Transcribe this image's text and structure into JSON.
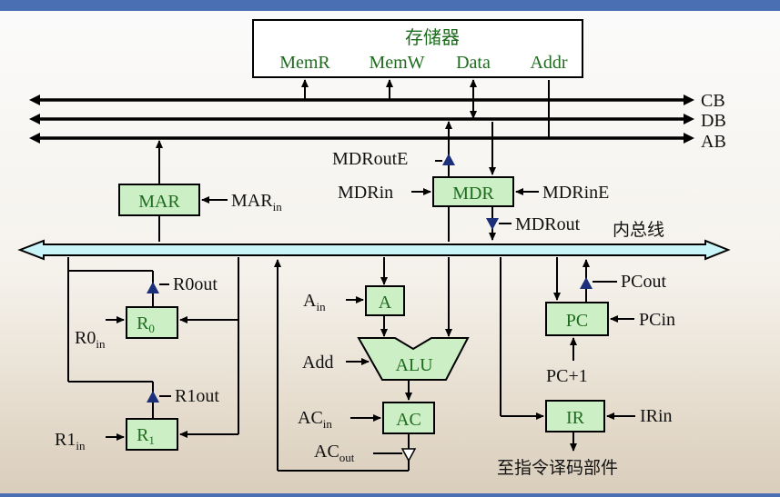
{
  "memory": {
    "title": "存储器",
    "ports": [
      "MemR",
      "MemW",
      "Data",
      "Addr"
    ]
  },
  "buses": {
    "cb": "CB",
    "db": "DB",
    "ab": "AB",
    "internal": "内总线"
  },
  "registers": {
    "mar": "MAR",
    "mdr": "MDR",
    "a": "A",
    "alu": "ALU",
    "ac": "AC",
    "pc": "PC",
    "ir": "IR",
    "r0": "R",
    "r0_sub": "0",
    "r1": "R",
    "r1_sub": "1"
  },
  "signals": {
    "mar_in": "MAR",
    "mar_in_sub": "in",
    "mdr_out_e": "MDRoutE",
    "mdr_in": "MDRin",
    "mdr_in_e": "MDRinE",
    "mdr_out": "MDRout",
    "r0_out": "R0out",
    "r0_in": "R0",
    "r0_in_sub": "in",
    "r1_out": "R1out",
    "r1_in": "R1",
    "r1_in_sub": "in",
    "a_in": "A",
    "a_in_sub": "in",
    "add": "Add",
    "ac_in": "AC",
    "ac_in_sub": "in",
    "ac_out": "AC",
    "ac_out_sub": "out",
    "pc_out": "PCout",
    "pc_in": "PCin",
    "pc_plus1": "PC+1",
    "ir_in": "IRin",
    "decoder": "至指令译码部件"
  },
  "colors": {
    "register_fill": "#cdefc6",
    "register_text": "#1f6b1f",
    "internal_bus_fill": "#c9f4f8",
    "accent": "#4a6fb3",
    "gate_triangle": "#1c2f7a"
  }
}
